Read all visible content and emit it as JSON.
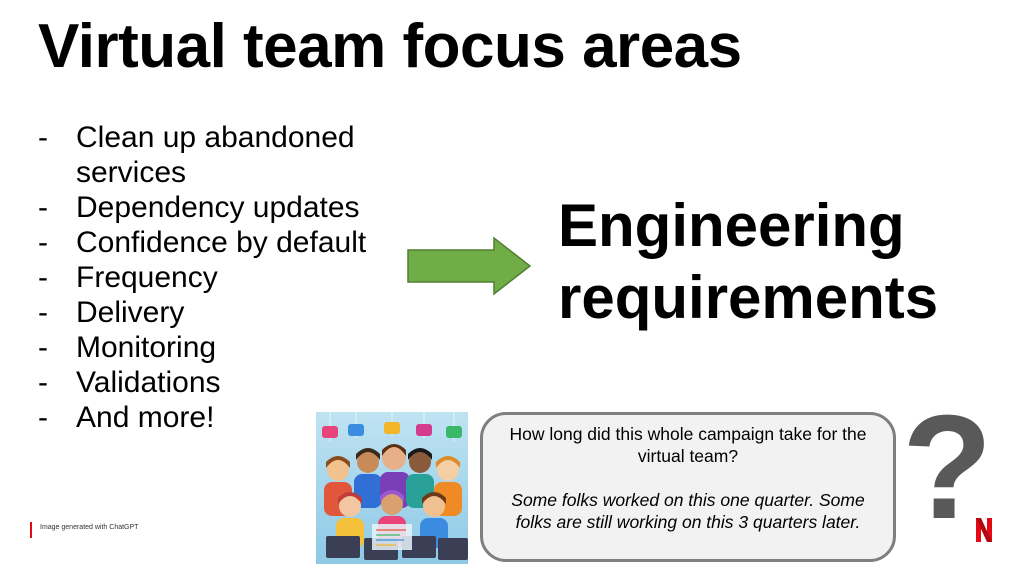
{
  "title": "Virtual team focus areas",
  "bullets": [
    {
      "marker": "-",
      "text": "Clean up abandoned services"
    },
    {
      "marker": "-",
      "text": "Dependency updates"
    },
    {
      "marker": "-",
      "text": "Confidence by default"
    },
    {
      "marker": "-",
      "text": "Frequency"
    },
    {
      "marker": "-",
      "text": "Delivery"
    },
    {
      "marker": "-",
      "text": "Monitoring"
    },
    {
      "marker": "-",
      "text": "Validations"
    },
    {
      "marker": "-",
      "text": "And more!"
    }
  ],
  "outcome": {
    "line1": "Engineering",
    "line2": "requirements"
  },
  "callout": {
    "question": "How long did this whole campaign take for the virtual team?",
    "answer": "Some folks worked on this one quarter. Some folks are still working on this 3 quarters later."
  },
  "question_mark": "?",
  "image_credit": "Image generated with ChatGPT",
  "colors": {
    "arrow_fill": "#70ad47",
    "arrow_stroke": "#507e32",
    "callout_border": "#7f7f7f",
    "callout_fill": "#f2f2f2",
    "question_mark": "#595959",
    "brand_red": "#e50914"
  },
  "icons": [
    "right-arrow-icon",
    "netflix-logo-icon"
  ]
}
